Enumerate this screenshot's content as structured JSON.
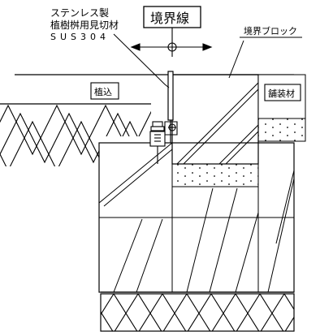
{
  "labels": {
    "material_line1": "ステンレス製",
    "material_line2": "植樹桝用見切材",
    "material_line3": "SUS304",
    "boundary_line": "境界線",
    "boundary_block": "境界ブロック",
    "planting": "植込",
    "paving": "舗装材"
  }
}
